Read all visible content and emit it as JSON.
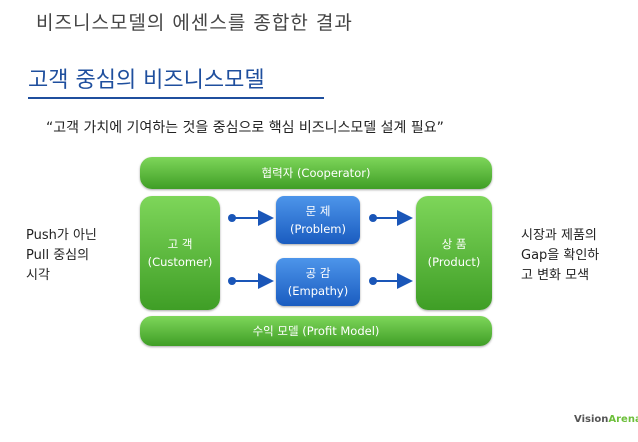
{
  "header": {
    "title": "비즈니스모델의 에센스를 종합한 결과",
    "section_title": "고객 중심의 비즈니스모델",
    "quote": "“고객 가치에 기여하는 것을 중심으로 핵심 비즈니스모델 설계 필요”"
  },
  "notes": {
    "left": "Push가 아닌\nPull 중심의\n시각",
    "right": "시장과 제품의\nGap을 확인하\n고 변화 모색"
  },
  "diagram": {
    "cooperator": "협력자 (Cooperator)",
    "customer": {
      "label": "고 객",
      "sub": "(Customer)"
    },
    "product": {
      "label": "상 품",
      "sub": "(Product)"
    },
    "problem": {
      "label": "문 제",
      "sub": "(Problem)"
    },
    "empathy": {
      "label": "공 감",
      "sub": "(Empathy)"
    },
    "profit_model": "수익 모델 (Profit Model)"
  },
  "logo": {
    "text_main": "Vision",
    "text_accent": "Arena"
  },
  "colors": {
    "green": "#4caf2f",
    "blue": "#1f6bd1",
    "title_blue": "#1f4f9e"
  }
}
